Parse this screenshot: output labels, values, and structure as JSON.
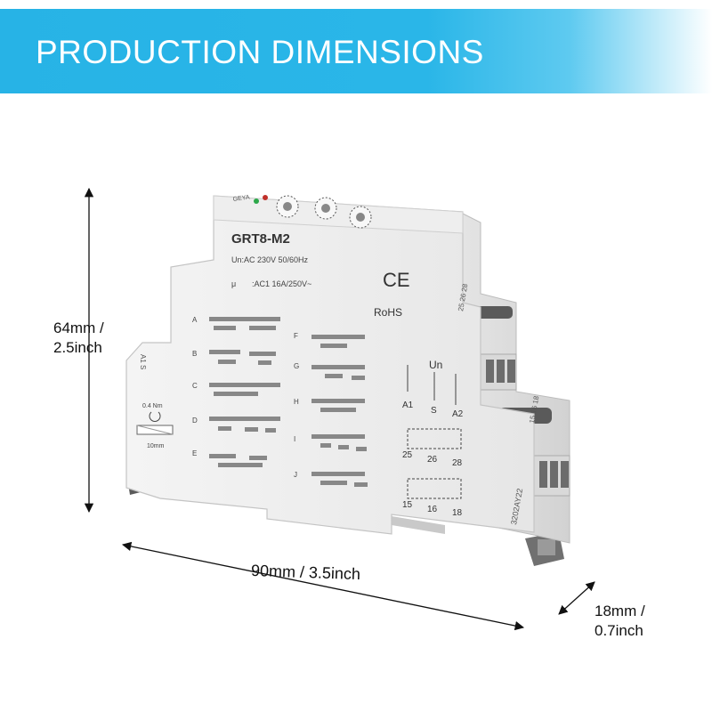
{
  "banner": {
    "title": "PRODUCTION DIMENSIONS"
  },
  "dimensions": {
    "height": {
      "line1": "64mm /",
      "line2": "2.5inch"
    },
    "width": {
      "text": "90mm / 3.5inch"
    },
    "depth": {
      "line1": "18mm /",
      "line2": "0.7inch"
    }
  },
  "device": {
    "brand": "GEYA",
    "model": "GRT8-M2",
    "voltage": "Un:AC 230V 50/60Hz",
    "contact": ":AC1 16A/250V~",
    "ce": "CE",
    "rohs": "RoHS",
    "torque": "0.4 Nm",
    "strip": "10mm",
    "un": "Un",
    "serial": "3202AY22",
    "function_codes_left": [
      "A",
      "B",
      "C",
      "D",
      "E"
    ],
    "function_codes_right": [
      "F",
      "G",
      "H",
      "I",
      "J"
    ],
    "terminals_power": [
      "A1",
      "S",
      "A2"
    ],
    "terminals_relay1": [
      "25",
      "26",
      "28"
    ],
    "terminals_relay2": [
      "15",
      "16",
      "18"
    ],
    "top_terminals_left": "A1 S",
    "top_terminals_mid": "25 26 28",
    "top_terminals_right": "15 16 18"
  }
}
